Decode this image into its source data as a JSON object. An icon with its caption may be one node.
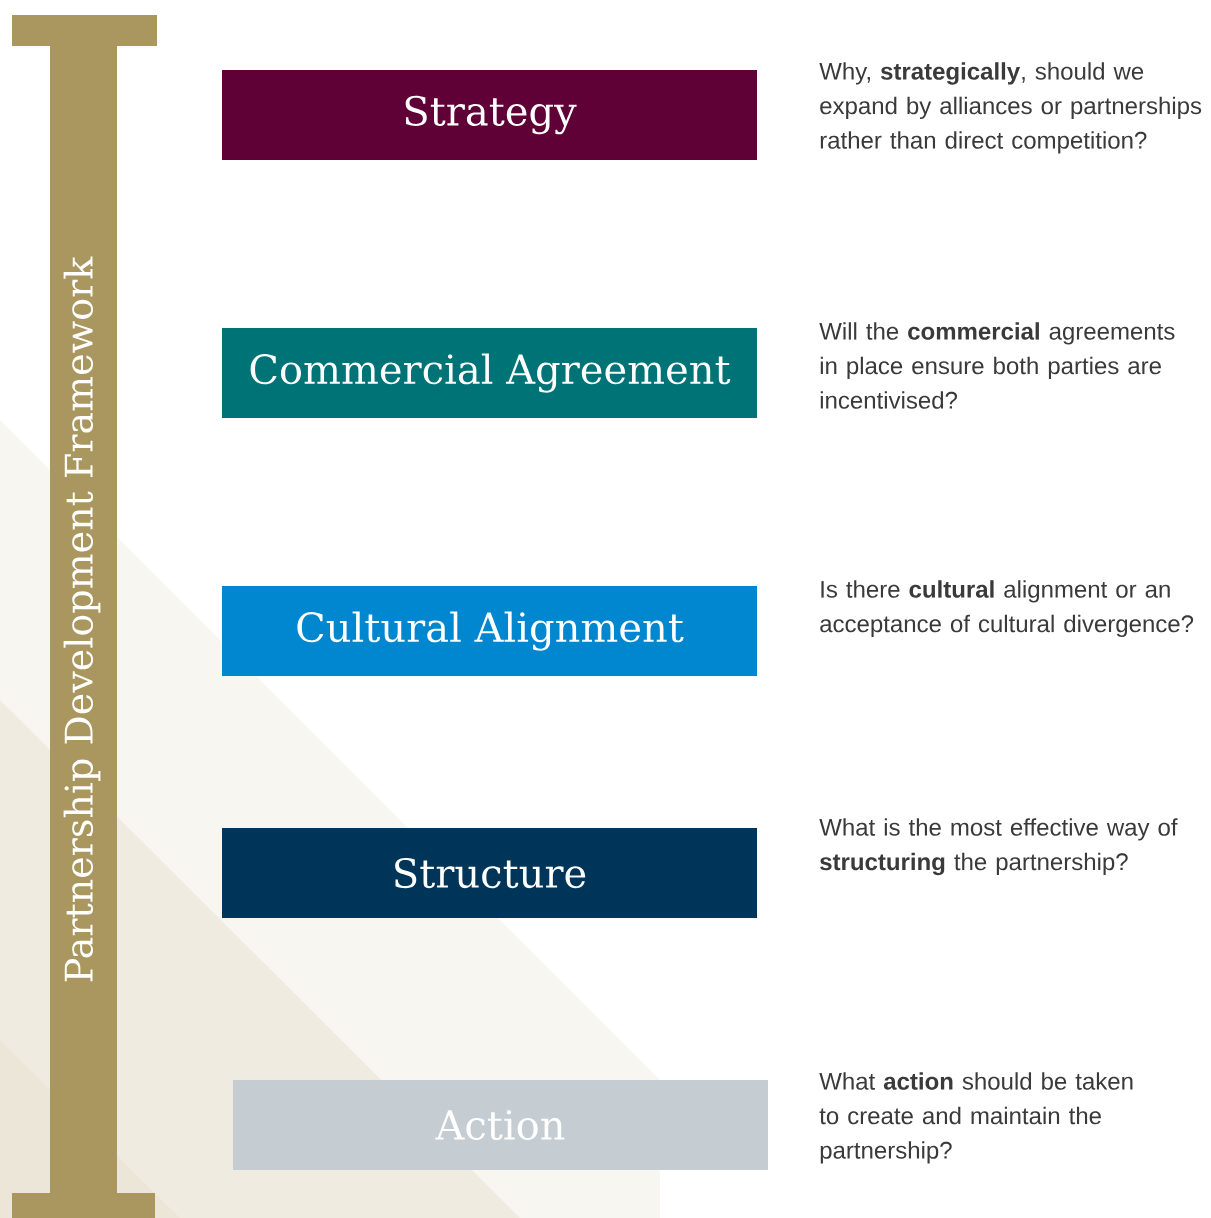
{
  "diagram": {
    "nodes": [
      {
        "text": [
          "Partnership Development Framework"
        ]
      },
      {
        "text": [
          "Strategy"
        ],
        "beside": [
          "Why, **strategically**, should we expand by alliances or partnerships rather than direct competition?"
        ]
      },
      {
        "text": [
          "Commercial Agreement"
        ],
        "beside": [
          "Will the **commercial** agreements in place ensure both parties are incentivised?"
        ]
      },
      {
        "text": [
          "Cultural Alignment"
        ],
        "beside": [
          "Is there **cultural** alignment or an acceptance of cultural divergence?"
        ]
      },
      {
        "text": [
          "Structure"
        ],
        "beside": [
          "What is the most effective way of **structuring** the partnership?"
        ]
      },
      {
        "text": [
          "Action"
        ],
        "beside": [
          "What **action** should be taken to create and maintain the partnership?"
        ]
      }
    ],
    "edges": []
  }
}
